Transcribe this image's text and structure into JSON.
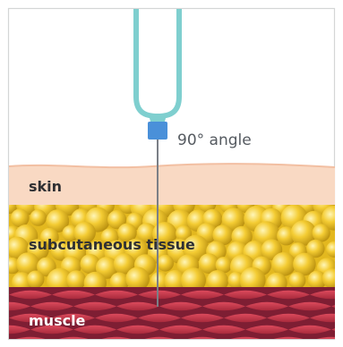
{
  "labels": {
    "angle": "90° angle",
    "skin": "skin",
    "subcutaneous": "subcutaneous tissue",
    "muscle": "muscle"
  },
  "colors": {
    "frame": "#d4d6d6",
    "needle_body": "#7fcfcf",
    "needle_hub": "#4a90d9",
    "needle_shaft": "#7b7f86",
    "skin": "#f9d9c3",
    "skin_edge": "#f2bfa2",
    "fat_base": "#e3b81f",
    "fat_light": "#fff2a6",
    "fat_mid": "#f3c92d",
    "fat_dark": "#b88d12",
    "muscle_base": "#7e1e33",
    "muscle_fiber": "#c8394c",
    "label_text": "#2f3033",
    "angle_text": "#555a60",
    "muscle_text": "#ffffff"
  }
}
